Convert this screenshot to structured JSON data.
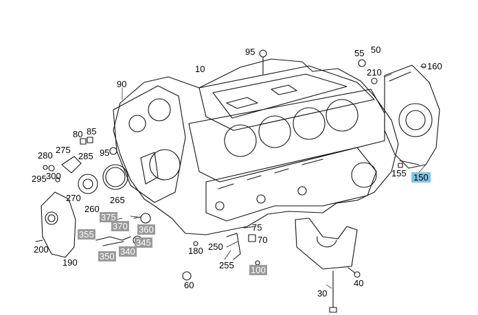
{
  "diagram": {
    "colors": {
      "line": "#111111",
      "highlight_gray": "#9a9a9a",
      "highlight_blue": "#7fc4e6",
      "background": "#ffffff"
    },
    "labels": [
      {
        "id": "l10",
        "text": "10",
        "style": "plain"
      },
      {
        "id": "l30",
        "text": "30",
        "style": "plain"
      },
      {
        "id": "l40",
        "text": "40",
        "style": "plain"
      },
      {
        "id": "l50",
        "text": "50",
        "style": "plain"
      },
      {
        "id": "l55",
        "text": "55",
        "style": "plain"
      },
      {
        "id": "l60",
        "text": "60",
        "style": "plain"
      },
      {
        "id": "l70",
        "text": "70",
        "style": "plain"
      },
      {
        "id": "l75",
        "text": "75",
        "style": "plain"
      },
      {
        "id": "l80",
        "text": "80",
        "style": "plain"
      },
      {
        "id": "l85",
        "text": "85",
        "style": "plain"
      },
      {
        "id": "l90",
        "text": "90",
        "style": "plain"
      },
      {
        "id": "l95a",
        "text": "95",
        "style": "plain"
      },
      {
        "id": "l95b",
        "text": "95",
        "style": "plain"
      },
      {
        "id": "l100",
        "text": "100",
        "style": "gray"
      },
      {
        "id": "l150",
        "text": "150",
        "style": "blue"
      },
      {
        "id": "l155",
        "text": "155",
        "style": "plain"
      },
      {
        "id": "l160",
        "text": "160",
        "style": "plain"
      },
      {
        "id": "l180",
        "text": "180",
        "style": "plain"
      },
      {
        "id": "l190",
        "text": "190",
        "style": "plain"
      },
      {
        "id": "l200",
        "text": "200",
        "style": "plain"
      },
      {
        "id": "l210",
        "text": "210",
        "style": "plain"
      },
      {
        "id": "l250",
        "text": "250",
        "style": "plain"
      },
      {
        "id": "l255",
        "text": "255",
        "style": "plain"
      },
      {
        "id": "l260",
        "text": "260",
        "style": "plain"
      },
      {
        "id": "l265",
        "text": "265",
        "style": "plain"
      },
      {
        "id": "l270",
        "text": "270",
        "style": "plain"
      },
      {
        "id": "l275",
        "text": "275",
        "style": "plain"
      },
      {
        "id": "l280",
        "text": "280",
        "style": "plain"
      },
      {
        "id": "l285",
        "text": "285",
        "style": "plain"
      },
      {
        "id": "l295",
        "text": "295",
        "style": "plain"
      },
      {
        "id": "l300",
        "text": "300",
        "style": "plain"
      },
      {
        "id": "l340",
        "text": "340",
        "style": "gray"
      },
      {
        "id": "l345",
        "text": "345",
        "style": "gray"
      },
      {
        "id": "l350",
        "text": "350",
        "style": "gray"
      },
      {
        "id": "l355",
        "text": "355",
        "style": "gray"
      },
      {
        "id": "l360",
        "text": "360",
        "style": "gray"
      },
      {
        "id": "l370",
        "text": "370",
        "style": "gray"
      },
      {
        "id": "l375",
        "text": "375",
        "style": "gray"
      }
    ]
  }
}
